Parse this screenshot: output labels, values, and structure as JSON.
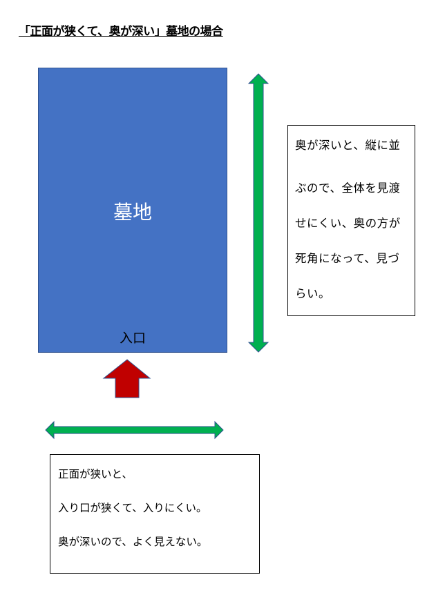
{
  "title": "「正面が狭くて、奥が深い」墓地の場合",
  "plot": {
    "label": "墓地",
    "entrance": "入口",
    "color": "#4472c4"
  },
  "arrows": {
    "vertical_color": "#00b050",
    "horizontal_color": "#00b050",
    "entry_color": "#c00000"
  },
  "right_note": {
    "lines": [
      "奥が深いと、縦に並",
      "ぶので、全体を見渡",
      "せにくい、奥の方が",
      "死角になって、見づ",
      "らい。"
    ]
  },
  "bottom_note": {
    "lines": [
      "正面が狭いと、",
      "入り口が狭くて、入りにくい。",
      "奥が深いので、よく見えない。"
    ]
  }
}
